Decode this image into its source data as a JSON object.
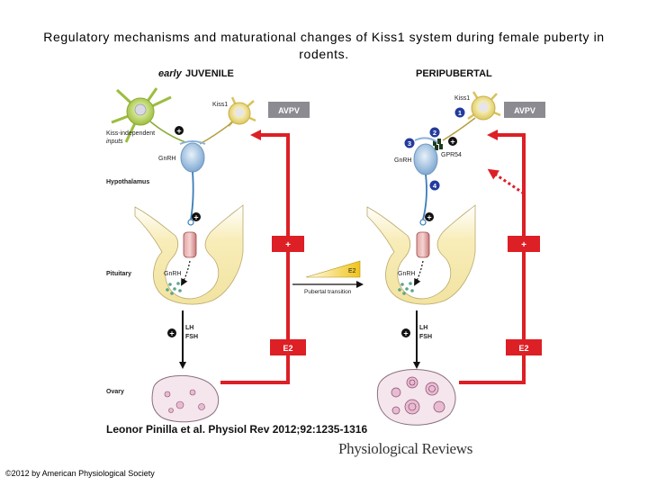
{
  "title": "Regulatory mechanisms and maturational changes of Kiss1 system during female puberty in rodents.",
  "panels": {
    "left_heading_prefix": "early",
    "left_heading": "JUVENILE",
    "right_heading": "PERIPUBERTAL"
  },
  "labels": {
    "kiss1": "Kiss1",
    "avpv": "AVPV",
    "kiss_independent_1": "Kiss-independent",
    "kiss_independent_2": "inputs",
    "gnrh": "GnRH",
    "gpr54": "GPR54",
    "hypothalamus": "Hypothalamus",
    "pituitary": "Pituitary",
    "ovary": "Ovary",
    "lh": "LH",
    "fsh": "FSH",
    "e2": "E2",
    "plus": "+",
    "pubertal_transition": "Pubertal transition",
    "steps": [
      "1",
      "2",
      "3",
      "4"
    ]
  },
  "colors": {
    "feedback_red": "#dd1f26",
    "avpv_box": "#8b8b91",
    "kiss_neuron": "#f1e49a",
    "independent_neuron": "#c6dc76",
    "gnrh_neuron": "#a7c8e4",
    "gland": "#f6edb8",
    "step_badge": "#233b9c"
  },
  "citation": "Leonor Pinilla et al. Physiol Rev 2012;92:1235-1316",
  "journal": "Physiological Reviews",
  "copyright": "©2012 by American Physiological Society"
}
